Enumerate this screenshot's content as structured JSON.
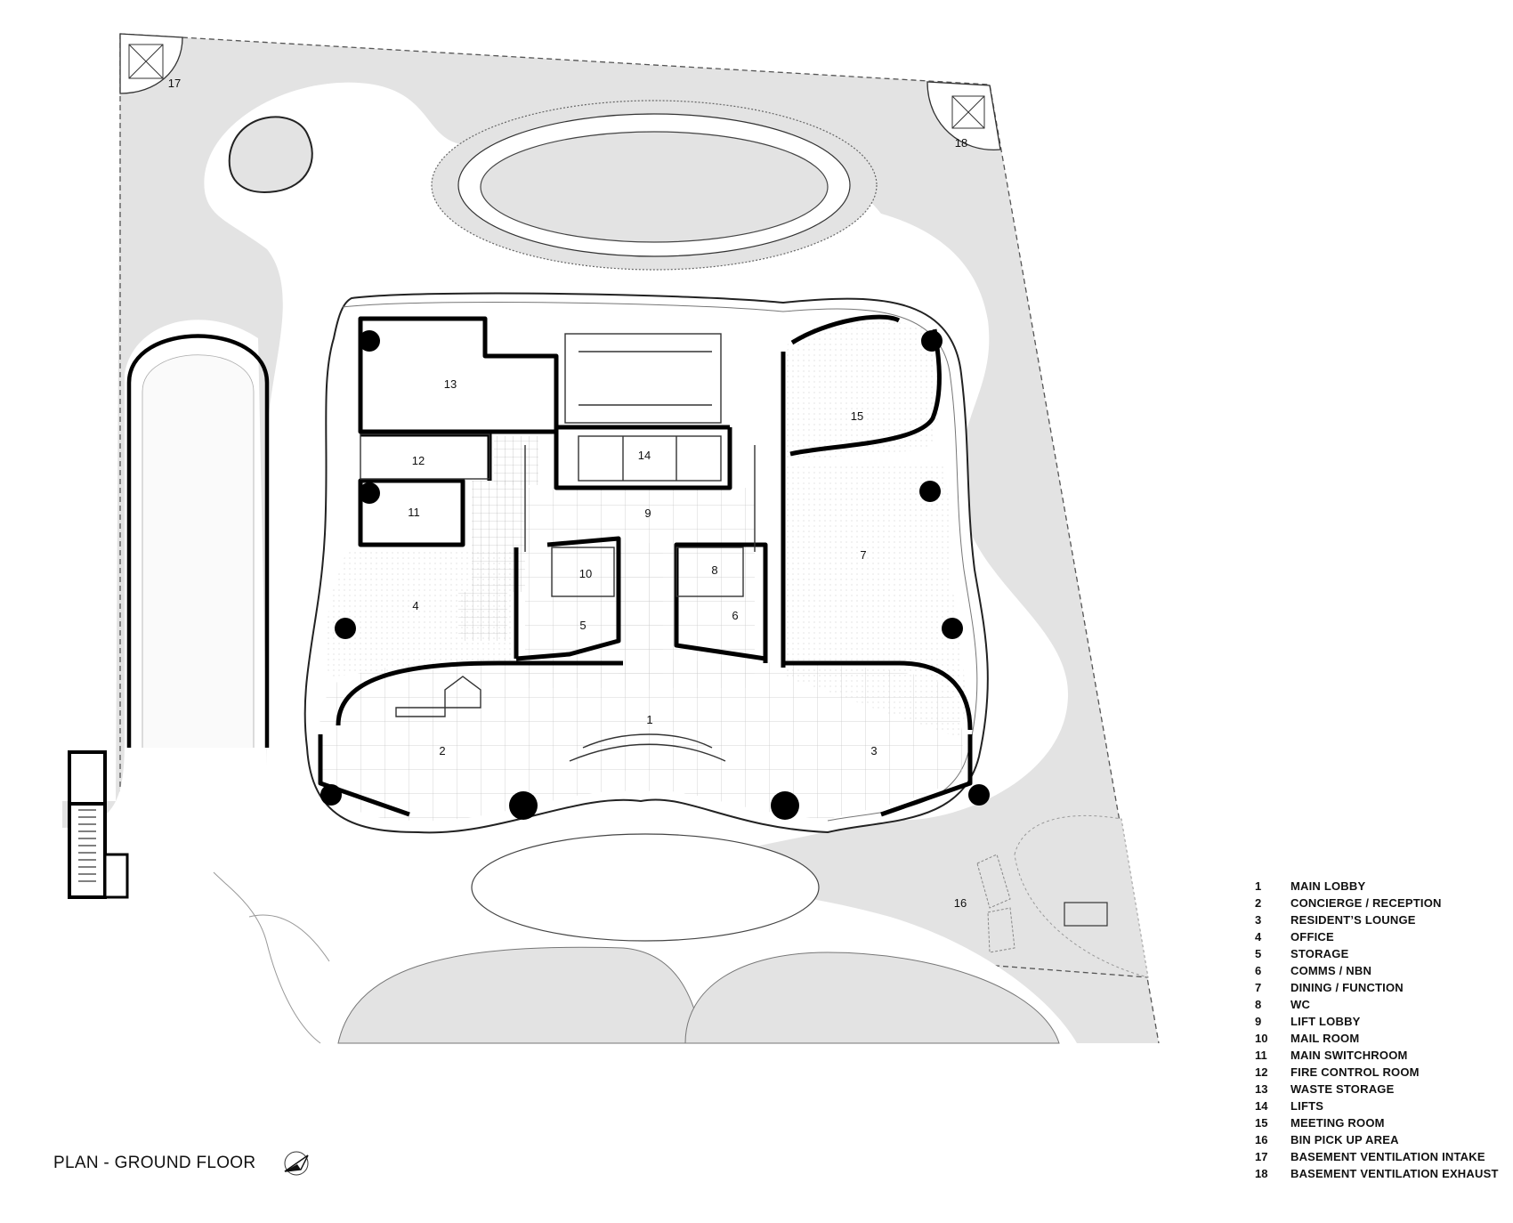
{
  "title": "PLAN - GROUND FLOOR",
  "rooms": [
    {
      "num": "1",
      "name": "MAIN LOBBY"
    },
    {
      "num": "2",
      "name": "CONCIERGE / RECEPTION"
    },
    {
      "num": "3",
      "name": "RESIDENT’S LOUNGE"
    },
    {
      "num": "4",
      "name": "OFFICE"
    },
    {
      "num": "5",
      "name": "STORAGE"
    },
    {
      "num": "6",
      "name": "COMMS / NBN"
    },
    {
      "num": "7",
      "name": "DINING / FUNCTION"
    },
    {
      "num": "8",
      "name": "WC"
    },
    {
      "num": "9",
      "name": "LIFT LOBBY"
    },
    {
      "num": "10",
      "name": "MAIL ROOM"
    },
    {
      "num": "11",
      "name": "MAIN SWITCHROOM"
    },
    {
      "num": "12",
      "name": "FIRE CONTROL ROOM"
    },
    {
      "num": "13",
      "name": "WASTE STORAGE"
    },
    {
      "num": "14",
      "name": "LIFTS"
    },
    {
      "num": "15",
      "name": "MEETING ROOM"
    },
    {
      "num": "16",
      "name": "BIN PICK UP AREA"
    },
    {
      "num": "17",
      "name": "BASEMENT VENTILATION INTAKE"
    },
    {
      "num": "18",
      "name": "BASEMENT VENTILATION EXHAUST"
    }
  ],
  "icons": {
    "north": "north-arrow-icon"
  }
}
